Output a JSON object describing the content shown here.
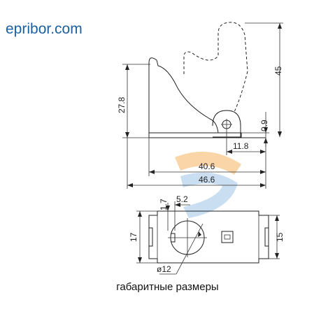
{
  "site": "epribor.com",
  "caption": "габаритные размеры",
  "dimensions": {
    "height_total": "45",
    "height_cover": "27.8",
    "offset": "0.9",
    "pivot_offset": "11.8",
    "length_inner": "40.6",
    "length_total": "46.6",
    "top_offset": "1.7",
    "hole_offset": "5.2",
    "width_total": "17",
    "width_body": "15",
    "hole_diameter": "ø12"
  },
  "colors": {
    "site_text": "#1c5f9e",
    "watermark_orange": "#f5b460",
    "watermark_blue": "#9fc3e6"
  }
}
